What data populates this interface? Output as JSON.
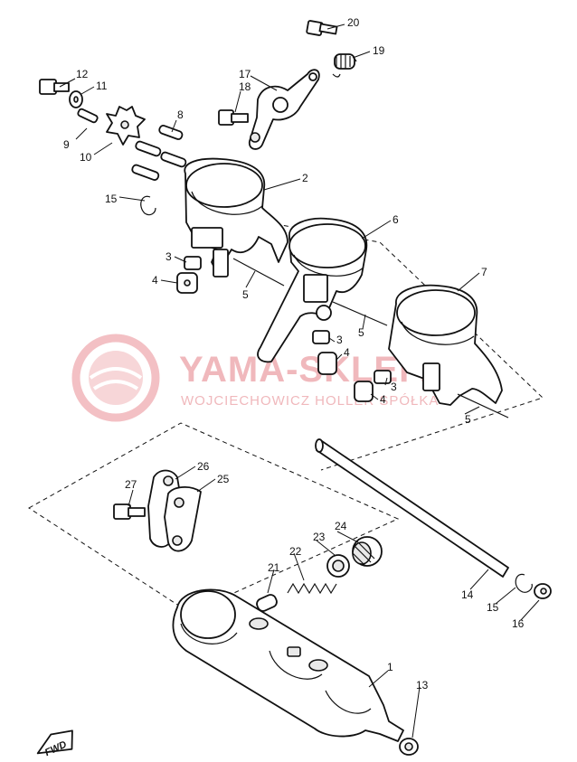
{
  "watermark": {
    "title": "YAMA-SKLEP.PL",
    "subtitle": "WOJCIECHOWICZ HOLLER SPÓŁKA"
  },
  "fwd_label": "FWD",
  "callouts": [
    {
      "id": "c20",
      "text": "20"
    },
    {
      "id": "c19",
      "text": "19"
    },
    {
      "id": "c12",
      "text": "12"
    },
    {
      "id": "c11",
      "text": "11"
    },
    {
      "id": "c17",
      "text": "17"
    },
    {
      "id": "c18",
      "text": "18"
    },
    {
      "id": "c8",
      "text": "8"
    },
    {
      "id": "c9",
      "text": "9"
    },
    {
      "id": "c10",
      "text": "10"
    },
    {
      "id": "c2",
      "text": "2"
    },
    {
      "id": "c15a",
      "text": "15"
    },
    {
      "id": "c6",
      "text": "6"
    },
    {
      "id": "c3a",
      "text": "3"
    },
    {
      "id": "c4a",
      "text": "4"
    },
    {
      "id": "c5a",
      "text": "5"
    },
    {
      "id": "c7",
      "text": "7"
    },
    {
      "id": "c5b",
      "text": "5"
    },
    {
      "id": "c3b",
      "text": "3"
    },
    {
      "id": "c4b",
      "text": "4"
    },
    {
      "id": "c3c",
      "text": "3"
    },
    {
      "id": "c4c",
      "text": "4"
    },
    {
      "id": "c5c",
      "text": "5"
    },
    {
      "id": "c26",
      "text": "26"
    },
    {
      "id": "c25",
      "text": "25"
    },
    {
      "id": "c27",
      "text": "27"
    },
    {
      "id": "c24",
      "text": "24"
    },
    {
      "id": "c23",
      "text": "23"
    },
    {
      "id": "c22",
      "text": "22"
    },
    {
      "id": "c21",
      "text": "21"
    },
    {
      "id": "c14",
      "text": "14"
    },
    {
      "id": "c15b",
      "text": "15"
    },
    {
      "id": "c16",
      "text": "16"
    },
    {
      "id": "c1",
      "text": "1"
    },
    {
      "id": "c13",
      "text": "13"
    }
  ]
}
